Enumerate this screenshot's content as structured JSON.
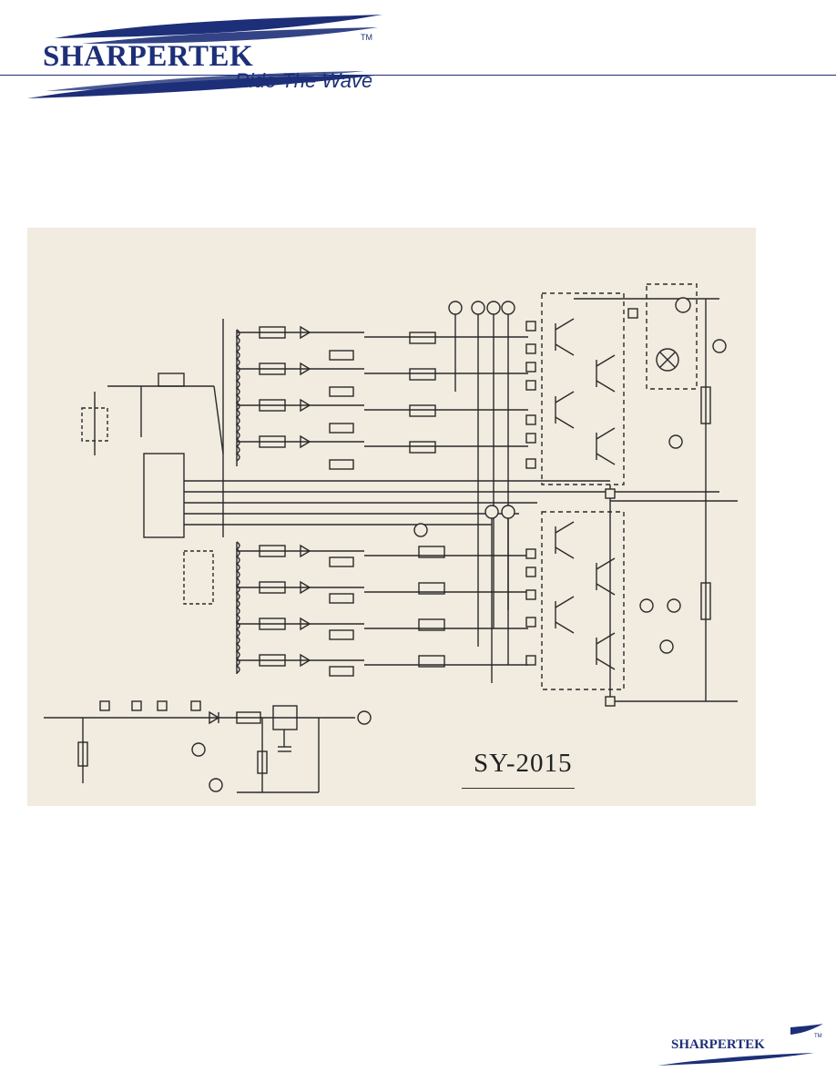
{
  "header": {
    "logo_text": "SHARPERTEK",
    "trademark": "TM",
    "tagline": "Ride The Wave"
  },
  "figure": {
    "model": "SY-2015"
  },
  "footer": {
    "logo_text": "SHARPERTEK",
    "trademark": "TM"
  },
  "colors": {
    "brand": "#1d2f78",
    "paper": "#f1ebe0",
    "ink": "#2a2a2a"
  }
}
